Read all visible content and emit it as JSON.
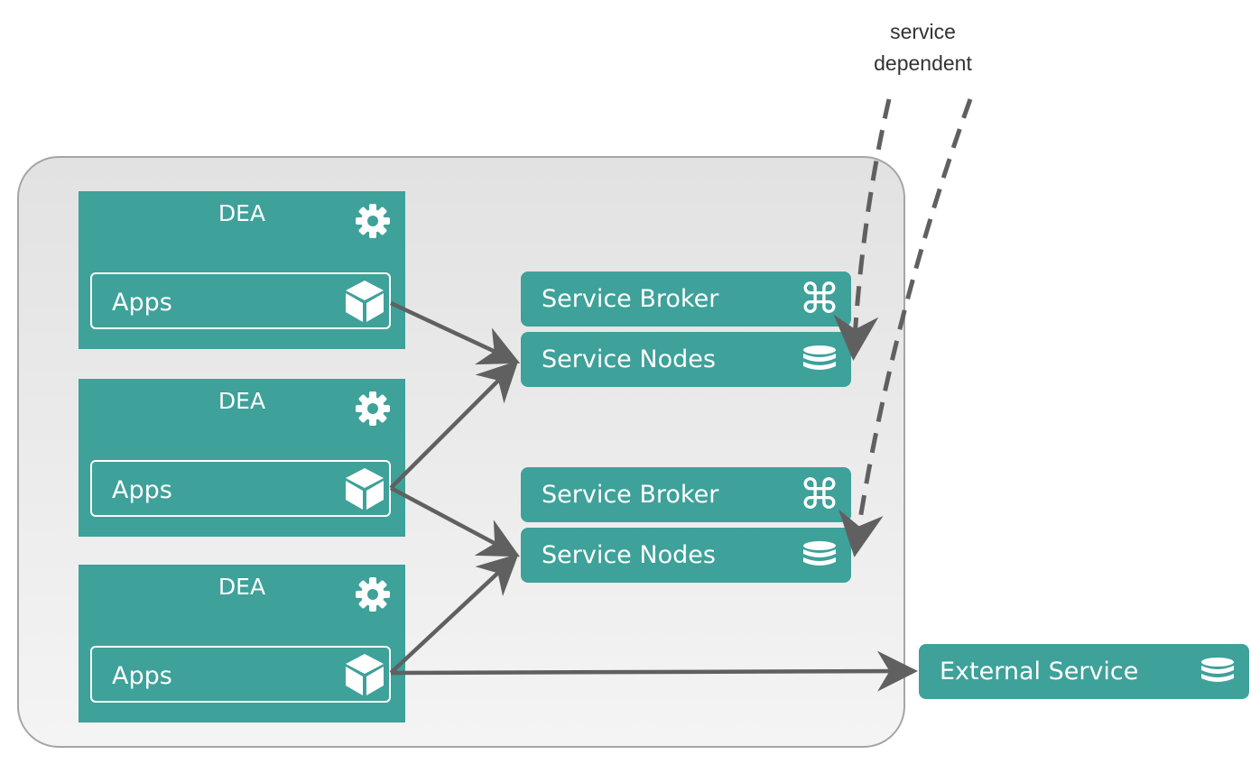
{
  "annotation": {
    "line1": "service",
    "line2": "dependent"
  },
  "deas": [
    {
      "title": "DEA",
      "apps_label": "Apps"
    },
    {
      "title": "DEA",
      "apps_label": "Apps"
    },
    {
      "title": "DEA",
      "apps_label": "Apps"
    }
  ],
  "service_groups": [
    {
      "broker_label": "Service Broker",
      "nodes_label": "Service Nodes"
    },
    {
      "broker_label": "Service Broker",
      "nodes_label": "Service Nodes"
    }
  ],
  "external_service": {
    "label": "External Service"
  },
  "colors": {
    "teal": "#3ea19a",
    "arrow": "#606060",
    "container_border": "#a5a5a5"
  },
  "icons": {
    "dea": "gear-icon",
    "apps": "cube-icon",
    "broker": "command-icon",
    "nodes": "database-icon"
  }
}
